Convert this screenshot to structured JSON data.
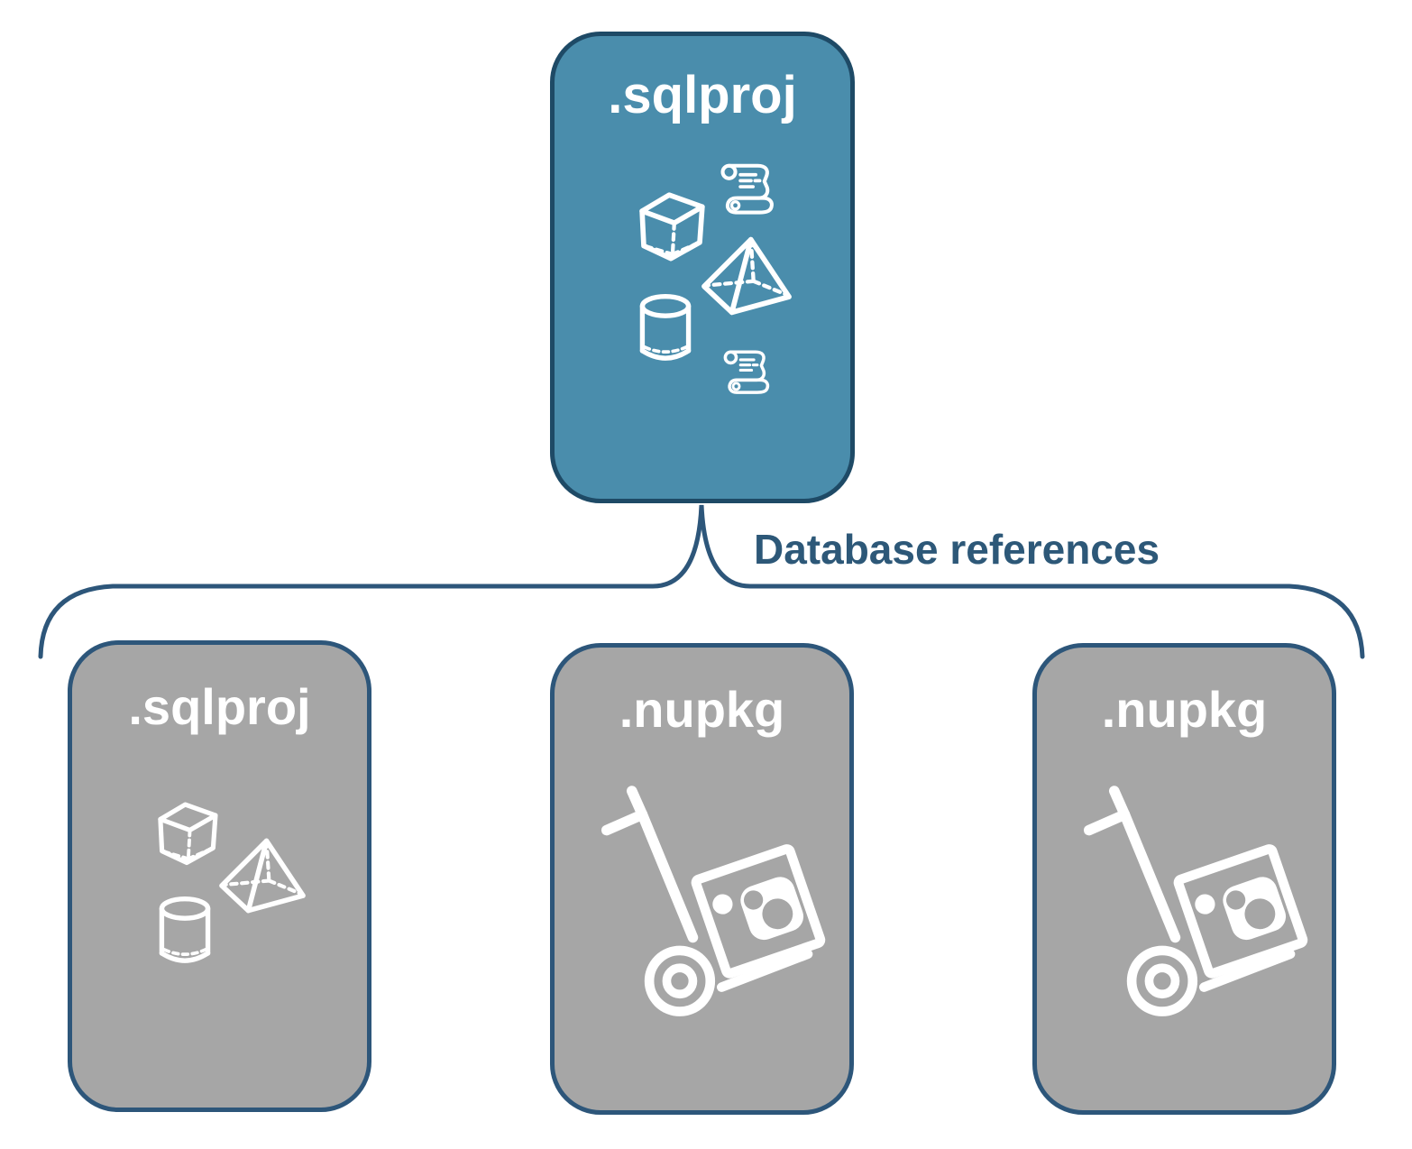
{
  "colors": {
    "background": "#ffffff",
    "root_fill": "#4a8dac",
    "root_border": "#1e4a66",
    "child_fill": "#a6a6a6",
    "child_border": "#2d567a",
    "connector_line": "#2d567a",
    "node_label": "#ffffff",
    "connector_label": "#2d5878",
    "icon": "#ffffff"
  },
  "root_node": {
    "label": ".sqlproj",
    "icons": [
      "scroll-icon",
      "cube-icon",
      "pyramid-icon",
      "cylinder-icon",
      "scroll-icon"
    ]
  },
  "connector": {
    "label": "Database references"
  },
  "child_nodes": [
    {
      "label": ".sqlproj",
      "icons": [
        "cube-icon",
        "pyramid-icon",
        "cylinder-icon"
      ]
    },
    {
      "label": ".nupkg",
      "icons": [
        "nuget-handtruck-icon"
      ]
    },
    {
      "label": ".nupkg",
      "icons": [
        "nuget-handtruck-icon"
      ]
    }
  ]
}
